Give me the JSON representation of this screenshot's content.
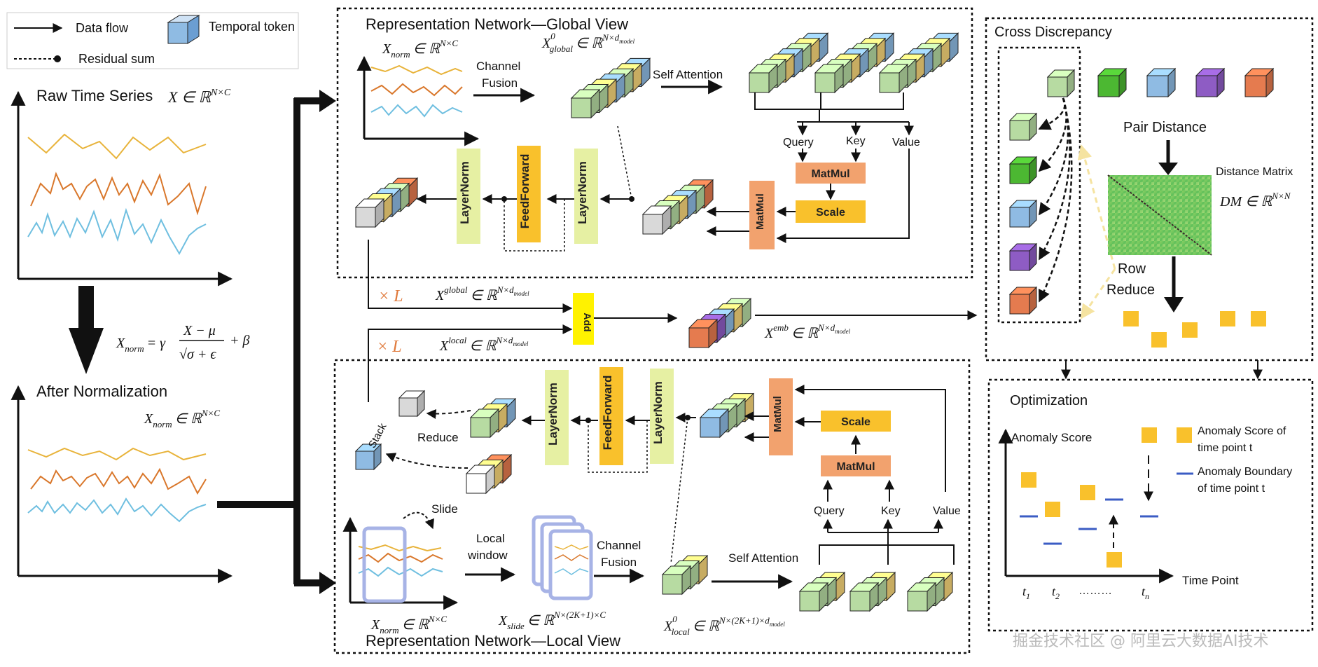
{
  "colors": {
    "yellow_series": "#e8b33a",
    "orange_series": "#d9772b",
    "blue_series": "#6fbfe0",
    "layernorm": "#e6f0a3",
    "feedforward": "#f9c12c",
    "matmul": "#f2a26e",
    "scale": "#f9c12c",
    "add": "#fff200",
    "token_green": "#b7dba2",
    "token_yellow": "#f9d77a",
    "token_blue": "#8fbbe3",
    "token_orange": "#e57b4f",
    "token_purple": "#8e5cc4",
    "token_darkgreen": "#4cb832",
    "token_gray": "#d9d9d9",
    "anomaly_score": "#f9c12c",
    "anomaly_boundary": "#3b5cc4",
    "watermark": "#bbbbbb"
  },
  "legend": {
    "data_flow": "Data flow",
    "residual_sum": "Residual sum",
    "temporal_token": "Temporal token"
  },
  "left": {
    "raw_title": "Raw Time Series",
    "raw_math": "X ∈ ℝ",
    "raw_math_sup": "N×C",
    "norm_formula_lhs": "X",
    "norm_formula_sub": "norm",
    "norm_formula_eq": "= γ",
    "norm_formula_num": "X − μ",
    "norm_formula_den": "√σ + ϵ",
    "norm_formula_tail": "+ β",
    "after_title": "After Normalization",
    "after_math": "X",
    "after_math_sub": "norm",
    "after_math_rest": "∈ ℝ",
    "after_math_sup": "N×C"
  },
  "global_view": {
    "title": "Representation Network—Global View",
    "xnorm": "X",
    "xnorm_sub": "norm",
    "xnorm_rest": "∈ ℝ",
    "xnorm_sup": "N×C",
    "channel_fusion_1": "Channel",
    "channel_fusion_2": "Fusion",
    "xglobal0": "X",
    "xglobal0_sup": "0",
    "xglobal0_sub": "global",
    "xglobal0_rest": "∈ ℝ",
    "xglobal0_dim": "N×d",
    "xglobal0_dim_sub": "model",
    "self_attention": "Self Attention",
    "query": "Query",
    "key": "Key",
    "value": "Value",
    "matmul_top": "MatMul",
    "scale": "Scale",
    "matmul_side": "MatMul",
    "layernorm_1": "LayerNorm",
    "feedforward": "FeedForward",
    "layernorm_2": "LayerNorm"
  },
  "middle": {
    "times_l_1": "× L",
    "times_l_2": "× L",
    "xglobal": "X",
    "xglobal_sup": "global",
    "xglobal_rest": "∈ ℝ",
    "xglobal_dim": "N×d",
    "xglobal_dim_sub": "model",
    "add": "Add",
    "xemb": "X",
    "xemb_sup": "emb",
    "xemb_rest": "∈ ℝ",
    "xemb_dim": "N×d",
    "xemb_dim_sub": "model",
    "xlocal": "X",
    "xlocal_sup": "local",
    "xlocal_rest": "∈ ℝ",
    "xlocal_dim": "N×d",
    "xlocal_dim_sub": "model"
  },
  "local_view": {
    "title": "Representation Network—Local View",
    "stack": "Stack",
    "reduce": "Reduce",
    "layernorm_1": "LayerNorm",
    "feedforward": "FeedForward",
    "layernorm_2": "LayerNorm",
    "matmul_side": "MatMul",
    "scale": "Scale",
    "matmul_bottom": "MatMul",
    "query": "Query",
    "key": "Key",
    "value": "Value",
    "self_attention": "Self Attention",
    "slide": "Slide",
    "local_window_1": "Local",
    "local_window_2": "window",
    "channel_fusion_1": "Channel",
    "channel_fusion_2": "Fusion",
    "xnorm": "X",
    "xnorm_sub": "norm",
    "xnorm_rest": "∈ ℝ",
    "xnorm_sup": "N×C",
    "xslide": "X",
    "xslide_sub": "slide",
    "xslide_rest": "∈ ℝ",
    "xslide_sup": "N×(2K+1)×C",
    "xlocal0": "X",
    "xlocal0_sup": "0",
    "xlocal0_sub": "local",
    "xlocal0_rest": "∈ ℝ",
    "xlocal0_dim": "N×(2K+1)×d",
    "xlocal0_dim_sub": "model"
  },
  "cross": {
    "title": "Cross Discrepancy",
    "pair_distance": "Pair Distance",
    "distance_matrix": "Distance Matrix",
    "dm": "DM ∈ ℝ",
    "dm_sup": "N×N",
    "row": "Row",
    "reduce": "Reduce"
  },
  "optimization": {
    "title": "Optimization",
    "anomaly_score_axis": "Anomaly Score",
    "time_point_axis": "Time Point",
    "t1": "t",
    "t1_sub": "1",
    "t2": "t",
    "t2_sub": "2",
    "dots": "………",
    "tn": "t",
    "tn_sub": "n",
    "legend_score_1": "Anomaly Score of",
    "legend_score_2": "time point t",
    "legend_boundary_1": "Anomaly Boundary",
    "legend_boundary_2": "of  time point t"
  },
  "watermark": "掘金技术社区 @ 阿里云大数据AI技术"
}
